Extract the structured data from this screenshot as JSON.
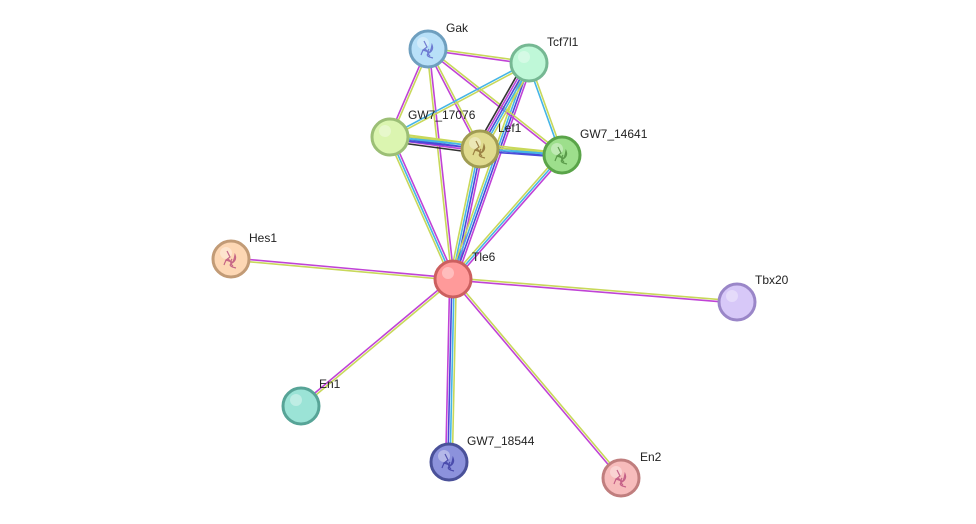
{
  "network": {
    "nodes": [
      {
        "id": "Tle6",
        "label": "Tle6",
        "fill": "#ff9a9a",
        "stroke": "#cc5f5f",
        "structure": false
      },
      {
        "id": "Gak",
        "label": "Gak",
        "fill": "#b8e0f8",
        "stroke": "#6e9fbf",
        "structure": true,
        "glyph_color": "#5a62c8"
      },
      {
        "id": "Tcf7l1",
        "label": "Tcf7l1",
        "fill": "#bff8d8",
        "stroke": "#76b893",
        "structure": false
      },
      {
        "id": "GW7_17076",
        "label": "GW7_17076",
        "fill": "#dbf5b0",
        "stroke": "#9cbf76",
        "structure": false
      },
      {
        "id": "Lef1",
        "label": "Lef1",
        "fill": "#e0db8f",
        "stroke": "#a09c52",
        "structure": true,
        "glyph_color": "#8a6a30"
      },
      {
        "id": "GW7_14641",
        "label": "GW7_14641",
        "fill": "#9ddf8c",
        "stroke": "#5aa449",
        "structure": true,
        "glyph_color": "#4a8a3a"
      },
      {
        "id": "Hes1",
        "label": "Hes1",
        "fill": "#fdd7b4",
        "stroke": "#c29b76",
        "structure": true,
        "glyph_color": "#b84a7a"
      },
      {
        "id": "Tbx20",
        "label": "Tbx20",
        "fill": "#d7c8f8",
        "stroke": "#9a86c8",
        "structure": false
      },
      {
        "id": "En1",
        "label": "En1",
        "fill": "#9be3d6",
        "stroke": "#57a497",
        "structure": false
      },
      {
        "id": "GW7_18544",
        "label": "GW7_18544",
        "fill": "#8c92dc",
        "stroke": "#4a5199",
        "structure": true,
        "glyph_color": "#3a3aa0"
      },
      {
        "id": "En2",
        "label": "En2",
        "fill": "#f7bcbc",
        "stroke": "#c07e7e",
        "structure": true,
        "glyph_color": "#b84a7a"
      }
    ],
    "edges": [
      {
        "source": "Tle6",
        "target": "Hes1",
        "colors": [
          "#c8d85a",
          "#c043d6"
        ]
      },
      {
        "source": "Tle6",
        "target": "Tbx20",
        "colors": [
          "#c8d85a",
          "#c043d6"
        ]
      },
      {
        "source": "Tle6",
        "target": "En1",
        "colors": [
          "#c8d85a",
          "#c043d6"
        ]
      },
      {
        "source": "Tle6",
        "target": "En2",
        "colors": [
          "#c8d85a",
          "#c043d6"
        ]
      },
      {
        "source": "Tle6",
        "target": "GW7_18544",
        "colors": [
          "#c8d85a",
          "#45b5e6",
          "#4a4ad8",
          "#c043d6"
        ]
      },
      {
        "source": "Tle6",
        "target": "Gak",
        "colors": [
          "#c8d85a",
          "#c043d6"
        ]
      },
      {
        "source": "Tle6",
        "target": "GW7_17076",
        "colors": [
          "#c8d85a",
          "#45b5e6",
          "#c043d6"
        ]
      },
      {
        "source": "Tle6",
        "target": "Lef1",
        "colors": [
          "#c8d85a",
          "#45b5e6",
          "#4a4ad8",
          "#c043d6"
        ]
      },
      {
        "source": "Tle6",
        "target": "Tcf7l1",
        "colors": [
          "#c8d85a",
          "#45b5e6",
          "#4a4ad8",
          "#c043d6"
        ]
      },
      {
        "source": "Tle6",
        "target": "GW7_14641",
        "colors": [
          "#c8d85a",
          "#45b5e6",
          "#c043d6"
        ]
      },
      {
        "source": "Gak",
        "target": "Tcf7l1",
        "colors": [
          "#c8d85a",
          "#c043d6"
        ]
      },
      {
        "source": "Gak",
        "target": "GW7_17076",
        "colors": [
          "#c8d85a",
          "#c043d6"
        ]
      },
      {
        "source": "Gak",
        "target": "Lef1",
        "colors": [
          "#c8d85a",
          "#c043d6"
        ]
      },
      {
        "source": "Gak",
        "target": "GW7_14641",
        "colors": [
          "#c8d85a",
          "#c043d6"
        ]
      },
      {
        "source": "Tcf7l1",
        "target": "GW7_17076",
        "colors": [
          "#c8d85a",
          "#45b5e6"
        ]
      },
      {
        "source": "Tcf7l1",
        "target": "Lef1",
        "colors": [
          "#c8d85a",
          "#45b5e6",
          "#4a4ad8",
          "#c043d6",
          "#333333"
        ]
      },
      {
        "source": "Tcf7l1",
        "target": "GW7_14641",
        "colors": [
          "#c8d85a",
          "#45b5e6"
        ]
      },
      {
        "source": "GW7_17076",
        "target": "Lef1",
        "colors": [
          "#c8d85a",
          "#45b5e6",
          "#4a4ad8",
          "#c043d6",
          "#333333"
        ]
      },
      {
        "source": "GW7_17076",
        "target": "GW7_14641",
        "colors": [
          "#c8d85a",
          "#45b5e6",
          "#4a4ad8"
        ]
      },
      {
        "source": "Lef1",
        "target": "GW7_14641",
        "colors": [
          "#c8d85a",
          "#45b5e6",
          "#4a4ad8"
        ]
      }
    ]
  }
}
